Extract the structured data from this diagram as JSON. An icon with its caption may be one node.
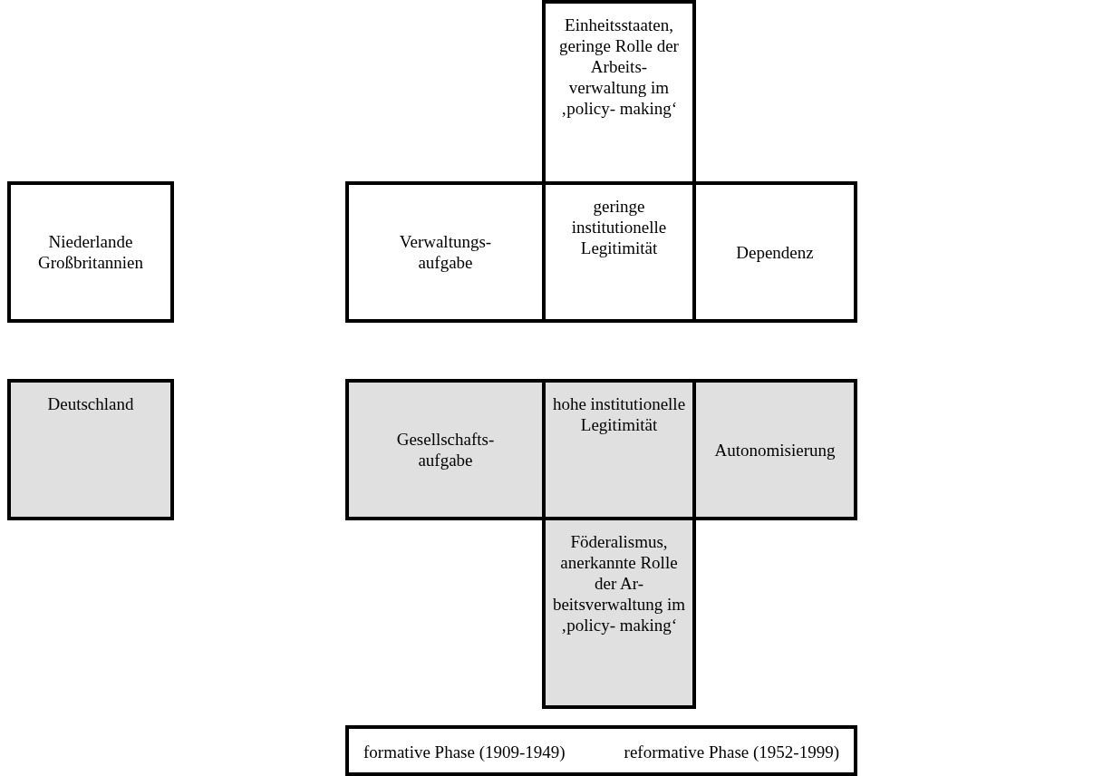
{
  "diagram": {
    "nodes": [
      {
        "text": [
          "Einheitsstaaten, geringe Rolle der Arbeits- verwaltung im ‚policy- making‘"
        ]
      },
      {
        "text": [
          "Niederlande Großbritannien"
        ]
      },
      {
        "text": [
          "Verwaltungs- aufgabe"
        ]
      },
      {
        "text": [
          "geringe institutionelle Legitimität"
        ]
      },
      {
        "text": [
          "Dependenz"
        ]
      },
      {
        "text": [
          "Deutschland"
        ]
      },
      {
        "text": [
          "Gesellschafts- aufgabe"
        ]
      },
      {
        "text": [
          "hohe institutionelle Legitimität"
        ]
      },
      {
        "text": [
          "Autonomisierung"
        ]
      },
      {
        "text": [
          "Föderalismus, anerkannte Rolle der Ar- beitsverwaltung im ‚policy- making‘"
        ]
      },
      {
        "text": [
          "formative Phase (1909-1949)",
          "reformative Phase (1952-1999)"
        ]
      }
    ]
  }
}
